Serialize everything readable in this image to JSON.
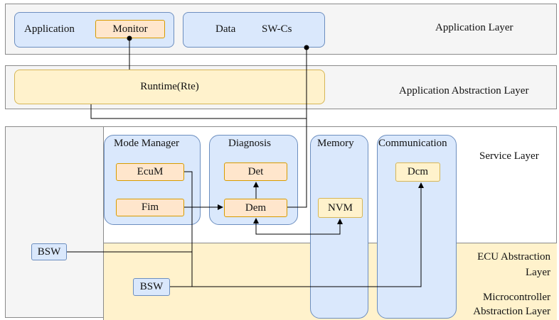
{
  "application_layer": {
    "label": "Application  Layer",
    "app_box_label": "Application",
    "monitor_label": "Monitor",
    "data_label": "Data",
    "swcs_label": "SW-Cs"
  },
  "abstraction_layer": {
    "label": "Application Abstraction Layer",
    "rte_label": "Runtime(Rte)"
  },
  "service_layer": {
    "label": "Service  Layer",
    "mode_manager": {
      "title": "Mode Manager",
      "ecum": "EcuM",
      "fim": "Fim"
    },
    "diagnosis": {
      "title": "Diagnosis",
      "det": "Det",
      "dem": "Dem"
    },
    "memory": {
      "title": "Memory",
      "nvm": "NVM"
    },
    "communication": {
      "title": "Communication",
      "dcm": "Dcm"
    }
  },
  "ecu_layer": {
    "label_line1": "ECU Abstraction",
    "label_line2": "Layer"
  },
  "micro_layer": {
    "label_line1": "Microcontroller",
    "label_line2": "Abstraction Layer"
  },
  "bsw": {
    "left_label": "BSW",
    "inner_label": "BSW"
  },
  "colors": {
    "blue_fill": "#dae8fc",
    "blue_stroke": "#6c8ebf",
    "yellow_fill": "#fff2cc",
    "yellow_stroke": "#d6b656",
    "orange_fill": "#ffe6cc",
    "orange_stroke": "#d79b00",
    "band_fill": "#f5f5f5"
  }
}
